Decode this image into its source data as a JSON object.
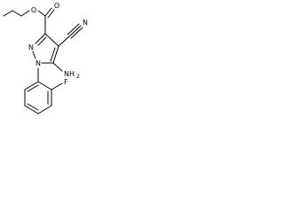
{
  "structure": {
    "atoms": {
      "ester_ether_oxygen": "O",
      "carbonyl_oxygen": "O",
      "nitrile_nitrogen": "N",
      "ring_nitrogen_2": "N",
      "ring_nitrogen_1": "N",
      "amino_group": "NH",
      "amino_subscript": "2",
      "fluorine": "F"
    }
  }
}
